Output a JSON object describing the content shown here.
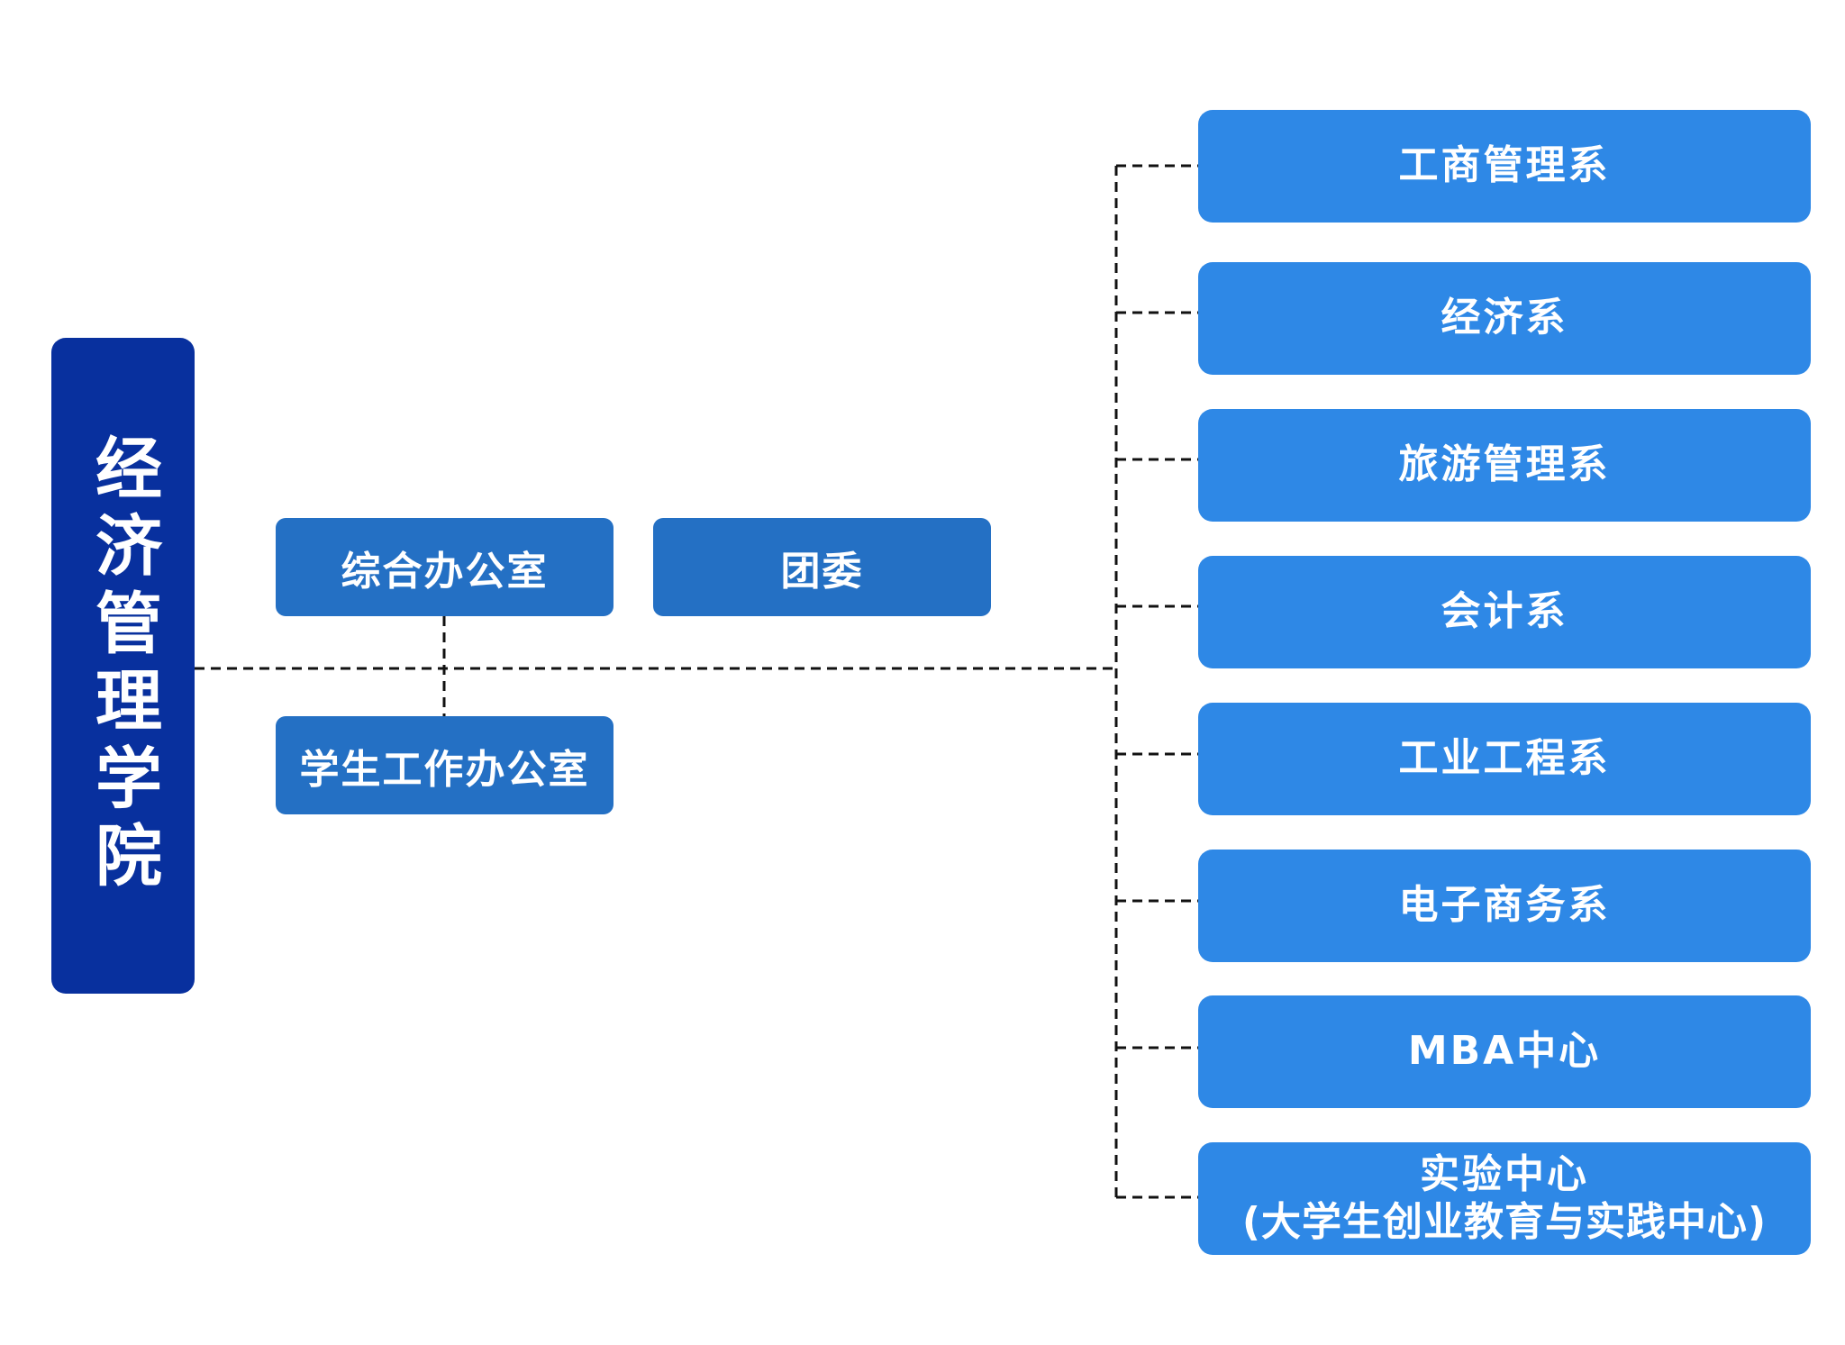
{
  "root": {
    "label": "经济管理学院"
  },
  "offices": [
    {
      "label": "综合办公室"
    },
    {
      "label": "团委"
    },
    {
      "label": "学生工作办公室"
    }
  ],
  "departments": [
    {
      "label": "工商管理系"
    },
    {
      "label": "经济系"
    },
    {
      "label": "旅游管理系"
    },
    {
      "label": "会计系"
    },
    {
      "label": "工业工程系"
    },
    {
      "label": "电子商务系"
    },
    {
      "label": "MBA中心"
    },
    {
      "label": "实验中心",
      "sublabel": "(大学生创业教育与实践中心)"
    }
  ],
  "colors": {
    "root_box": "#08309e",
    "office_box": "#2470c4",
    "department_box": "#2e88e6",
    "text": "#ffffff",
    "connector": "#111111"
  }
}
